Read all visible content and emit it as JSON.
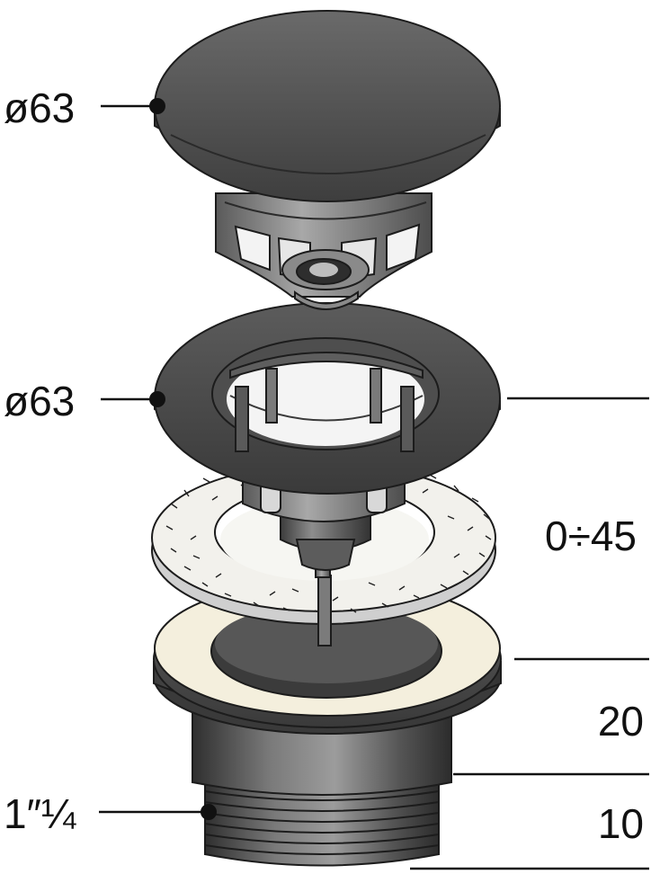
{
  "labels": {
    "cap_diameter": "ø63",
    "flange_diameter": "ø63",
    "adjust_range": "0÷45",
    "body_height": "20",
    "thread_length": "10",
    "thread_size": "1″¼"
  },
  "colors": {
    "line": "#111111",
    "metal_dark": "#4a4a4a",
    "metal_mid": "#6e6e6e",
    "metal_light": "#9a9a9a",
    "gasket": "#f2f1ec",
    "washer": "#f4efdd"
  }
}
